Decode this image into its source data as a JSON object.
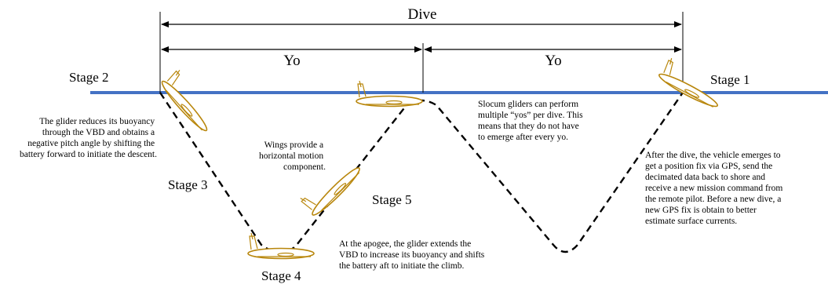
{
  "title": "Dive",
  "yo_labels": [
    "Yo",
    "Yo"
  ],
  "stages": {
    "s1": "Stage 1",
    "s2": "Stage 2",
    "s3": "Stage 3",
    "s4": "Stage 4",
    "s5": "Stage 5"
  },
  "notes": {
    "stage2": [
      "The glider reduces its buoyancy",
      "through the VBD and obtains a",
      "negative pitch angle by shifting the",
      "battery forward to initiate the descent."
    ],
    "wings": [
      "Wings provide a",
      "horizontal motion",
      "component."
    ],
    "yos": [
      "Slocum gliders can perform",
      "multiple “yos” per dive. This",
      "means that they do not have",
      "to emerge after every yo."
    ],
    "apogee": [
      "At the apogee, the glider extends the",
      "VBD to increase its buoyancy and shifts",
      "the battery aft to initiate the climb."
    ],
    "stage1": [
      "After the dive, the vehicle emerges to",
      "get a position fix via GPS, send the",
      "decimated data back to shore and",
      "receive a new mission command from",
      "the remote pilot. Before a new dive, a",
      "new GPS fix is obtain to better",
      "estimate surface currents."
    ]
  },
  "colors": {
    "water_surface": "#4472c4",
    "glider_outline": "#b8860b",
    "path": "#000000"
  }
}
